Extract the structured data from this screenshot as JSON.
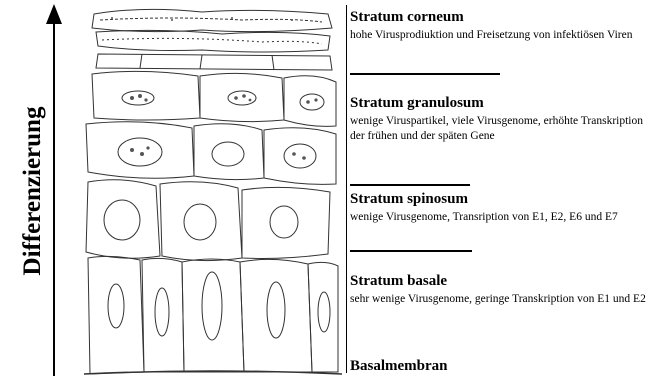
{
  "axis": {
    "label": "Differenzierung"
  },
  "layers": [
    {
      "name": "Stratum corneum",
      "description": "hohe Virusprodiuktion und Freisetzung von infektiösen Viren"
    },
    {
      "name": "Stratum granulosum",
      "description": "wenige Viruspartikel, viele Virusgenome, erhöhte Transkription der frühen und der späten Gene"
    },
    {
      "name": "Stratum spinosum",
      "description": "wenige Virusgenome, Transription von E1, E2, E6 und E7"
    },
    {
      "name": "Stratum basale",
      "description": "sehr wenige Virusgenome, geringe Transkription von E1 und E2"
    }
  ],
  "basement": {
    "name": "Basalmembran"
  }
}
